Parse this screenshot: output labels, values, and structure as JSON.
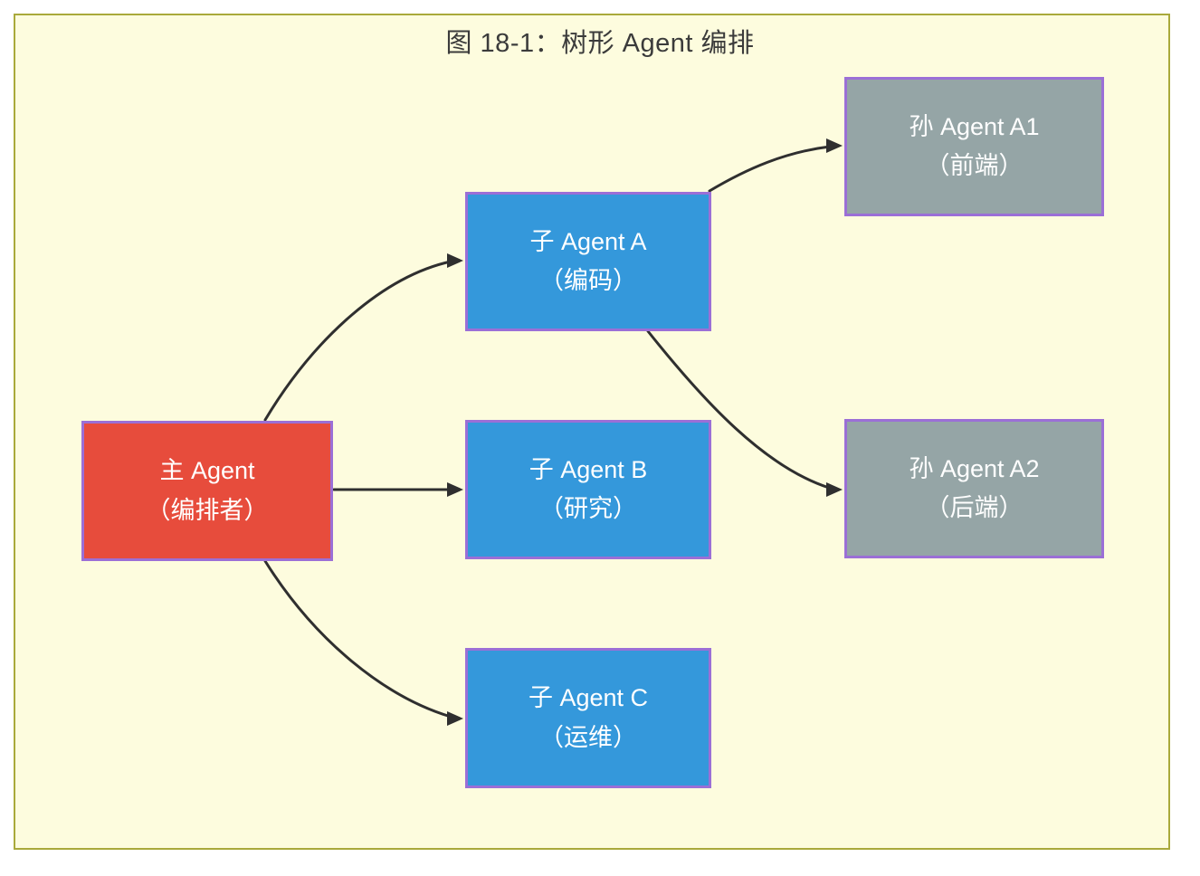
{
  "title": "图 18-1：树形 Agent 编排",
  "colors": {
    "page_bg": "#ffffff",
    "canvas_bg": "#fdfcde",
    "canvas_border": "#a9a93b",
    "node_border": "#9b6fd6",
    "main_fill": "#e74c3c",
    "child_fill": "#3498db",
    "grandchild_fill": "#95a5a6",
    "node_text": "#ffffff",
    "title_text": "#3b3b3b",
    "arrow": "#2f2f2f"
  },
  "nodes": {
    "main": {
      "line1": "主 Agent",
      "line2": "（编排者）"
    },
    "childA": {
      "line1": "子 Agent A",
      "line2": "（编码）"
    },
    "childB": {
      "line1": "子 Agent B",
      "line2": "（研究）"
    },
    "childC": {
      "line1": "子 Agent C",
      "line2": "（运维）"
    },
    "grandA1": {
      "line1": "孙 Agent A1",
      "line2": "（前端）"
    },
    "grandA2": {
      "line1": "孙 Agent A2",
      "line2": "（后端）"
    }
  },
  "edges": [
    {
      "from": "主 Agent（编排者）",
      "to": "子 Agent A（编码）"
    },
    {
      "from": "主 Agent（编排者）",
      "to": "子 Agent B（研究）"
    },
    {
      "from": "主 Agent（编排者）",
      "to": "子 Agent C（运维）"
    },
    {
      "from": "子 Agent A（编码）",
      "to": "孙 Agent A1（前端）"
    },
    {
      "from": "子 Agent A（编码）",
      "to": "孙 Agent A2（后端）"
    }
  ]
}
